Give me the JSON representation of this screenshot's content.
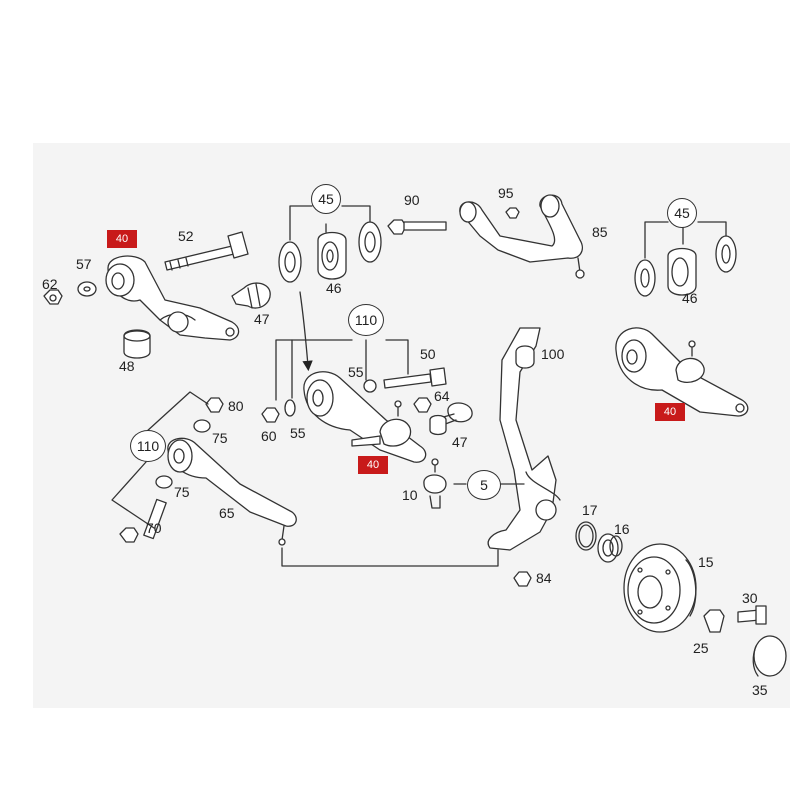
{
  "callouts": {
    "c40a": "40",
    "c40b": "40",
    "c40c": "40",
    "c45a": "45",
    "c45b": "45",
    "c110a": "110",
    "c110b": "110",
    "c5": "5"
  },
  "labels": {
    "l52": "52",
    "l57": "57",
    "l62": "62",
    "l47a": "47",
    "l48": "48",
    "l46a": "46",
    "l90": "90",
    "l95": "95",
    "l85": "85",
    "l46b": "46",
    "l50": "50",
    "l55a": "55",
    "l55b": "55",
    "l60": "60",
    "l64": "64",
    "l47b": "47",
    "l100": "100",
    "l80": "80",
    "l75a": "75",
    "l75b": "75",
    "l65": "65",
    "l70": "70",
    "l10": "10",
    "l17": "17",
    "l16": "16",
    "l15": "15",
    "l84": "84",
    "l30": "30",
    "l25": "25",
    "l35": "35"
  },
  "colors": {
    "callout_red": "#c81a1a",
    "line": "#333333",
    "panel": "#f4f4f4"
  }
}
